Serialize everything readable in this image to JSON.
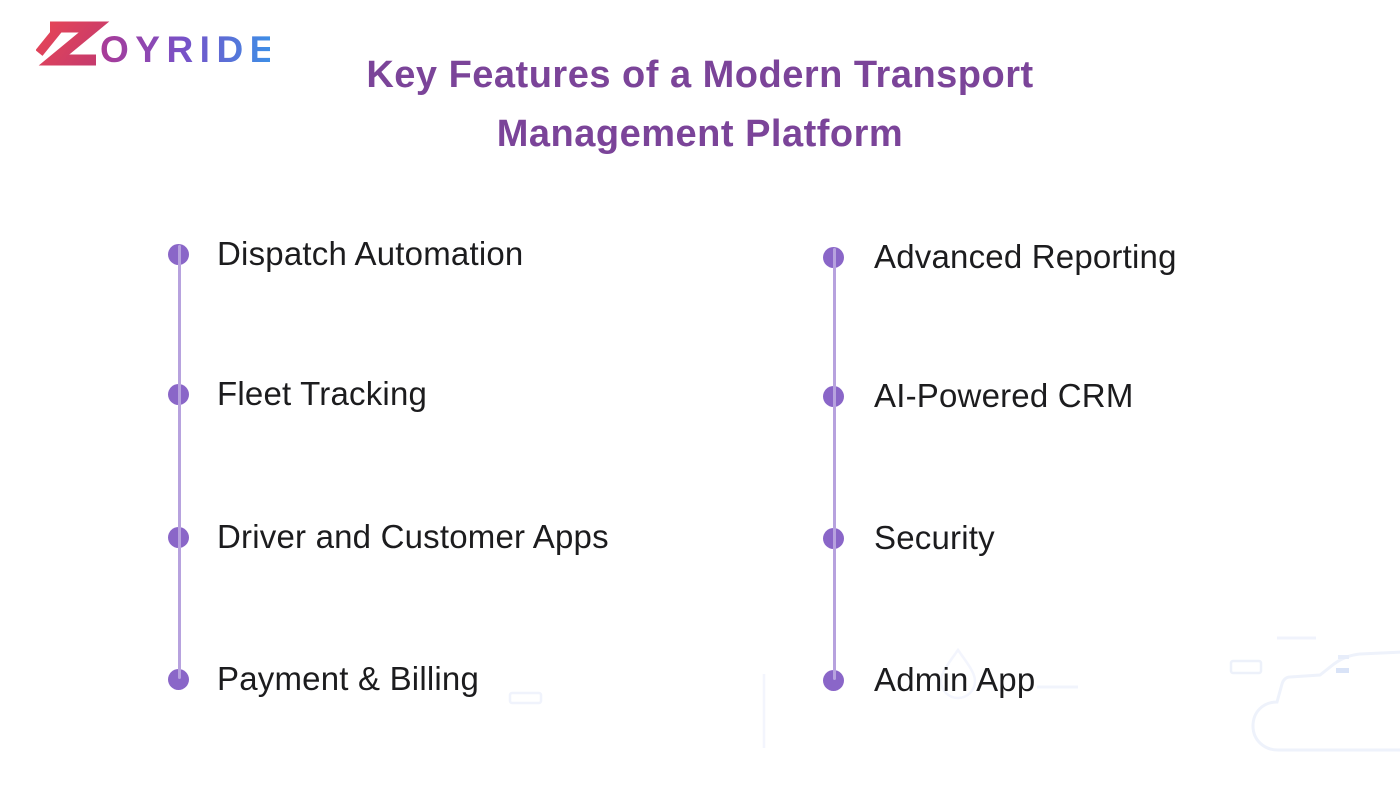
{
  "logo": {
    "brand": "ZOYRIDE",
    "wordmark_text": "OYRIDE",
    "z_mark_colors": [
      "#ea4653",
      "#c43a6e"
    ],
    "wordmark_gradient": [
      "#aa3a96",
      "#7752c8",
      "#3e8ee6"
    ]
  },
  "title": {
    "line1": "Key Features of a Modern Transport",
    "line2": "Management Platform",
    "color": "#7b4499"
  },
  "features": {
    "bullet_color": "#8a66c8",
    "connector_color": "#b7a2de",
    "text_color": "#1c1c1e",
    "left_column": [
      "Dispatch Automation",
      "Fleet Tracking",
      "Driver and Customer Apps",
      "Payment & Billing"
    ],
    "right_column": [
      "Advanced Reporting",
      "AI-Powered CRM",
      "Security",
      "Admin App"
    ]
  }
}
